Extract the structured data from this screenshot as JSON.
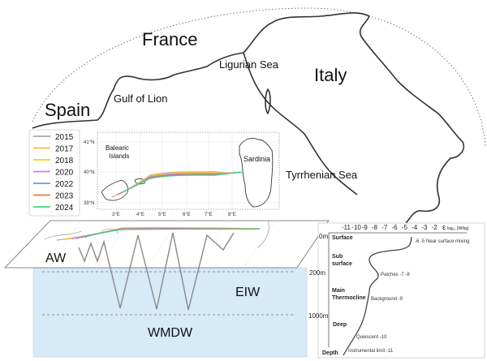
{
  "map": {
    "labels": {
      "france": "France",
      "ligurian": "Ligurian Sea",
      "italy": "Italy",
      "spain": "Spain",
      "gulf": "Gulf of Lion",
      "tyrrhenian": "Tyrrhenian Sea"
    }
  },
  "inset": {
    "balearic_line1": "Balearic",
    "balearic_line2": "Islands",
    "sardinia": "Sardinia",
    "lat_ticks": [
      "41°N",
      "40°N",
      "39°N"
    ],
    "lon_ticks": [
      "3°E",
      "4°E",
      "5°E",
      "6°E",
      "7°E",
      "8°E"
    ]
  },
  "legend": {
    "items": [
      {
        "year": "2015",
        "color": "#a9a9a9"
      },
      {
        "year": "2017",
        "color": "#f7b948"
      },
      {
        "year": "2018",
        "color": "#f5d216"
      },
      {
        "year": "2020",
        "color": "#ee6fd8"
      },
      {
        "year": "2022",
        "color": "#6f97ec"
      },
      {
        "year": "2023",
        "color": "#ec7b3c"
      },
      {
        "year": "2024",
        "color": "#3fd48c"
      }
    ]
  },
  "section": {
    "aw": "AW",
    "eiw": "EIW",
    "wmdw": "WMDW",
    "water_color": "#d6eaf8"
  },
  "profile": {
    "x_ticks": [
      "-11",
      "-10",
      "-9",
      "-8",
      "-7",
      "-6",
      "-5",
      "-4",
      "-3",
      "-2"
    ],
    "x_label_symbol": "ε",
    "x_label_unit": "log₁₀ (W/kg)",
    "depths": [
      "0m",
      "200m",
      "1000m"
    ],
    "layers": {
      "surface": "Surface",
      "sub1": "Sub",
      "sub2": "surface",
      "main1": "Main",
      "main2": "Thermocline",
      "deep": "Deep",
      "depth": "Depth"
    },
    "annotations": {
      "near_surface": "-6 -5 Near surface mixing",
      "patches": "Patches -7 -8",
      "background": "Background -9",
      "quiescent": "Quiescent -10",
      "instrumental": "Instrumental limit -11"
    }
  }
}
